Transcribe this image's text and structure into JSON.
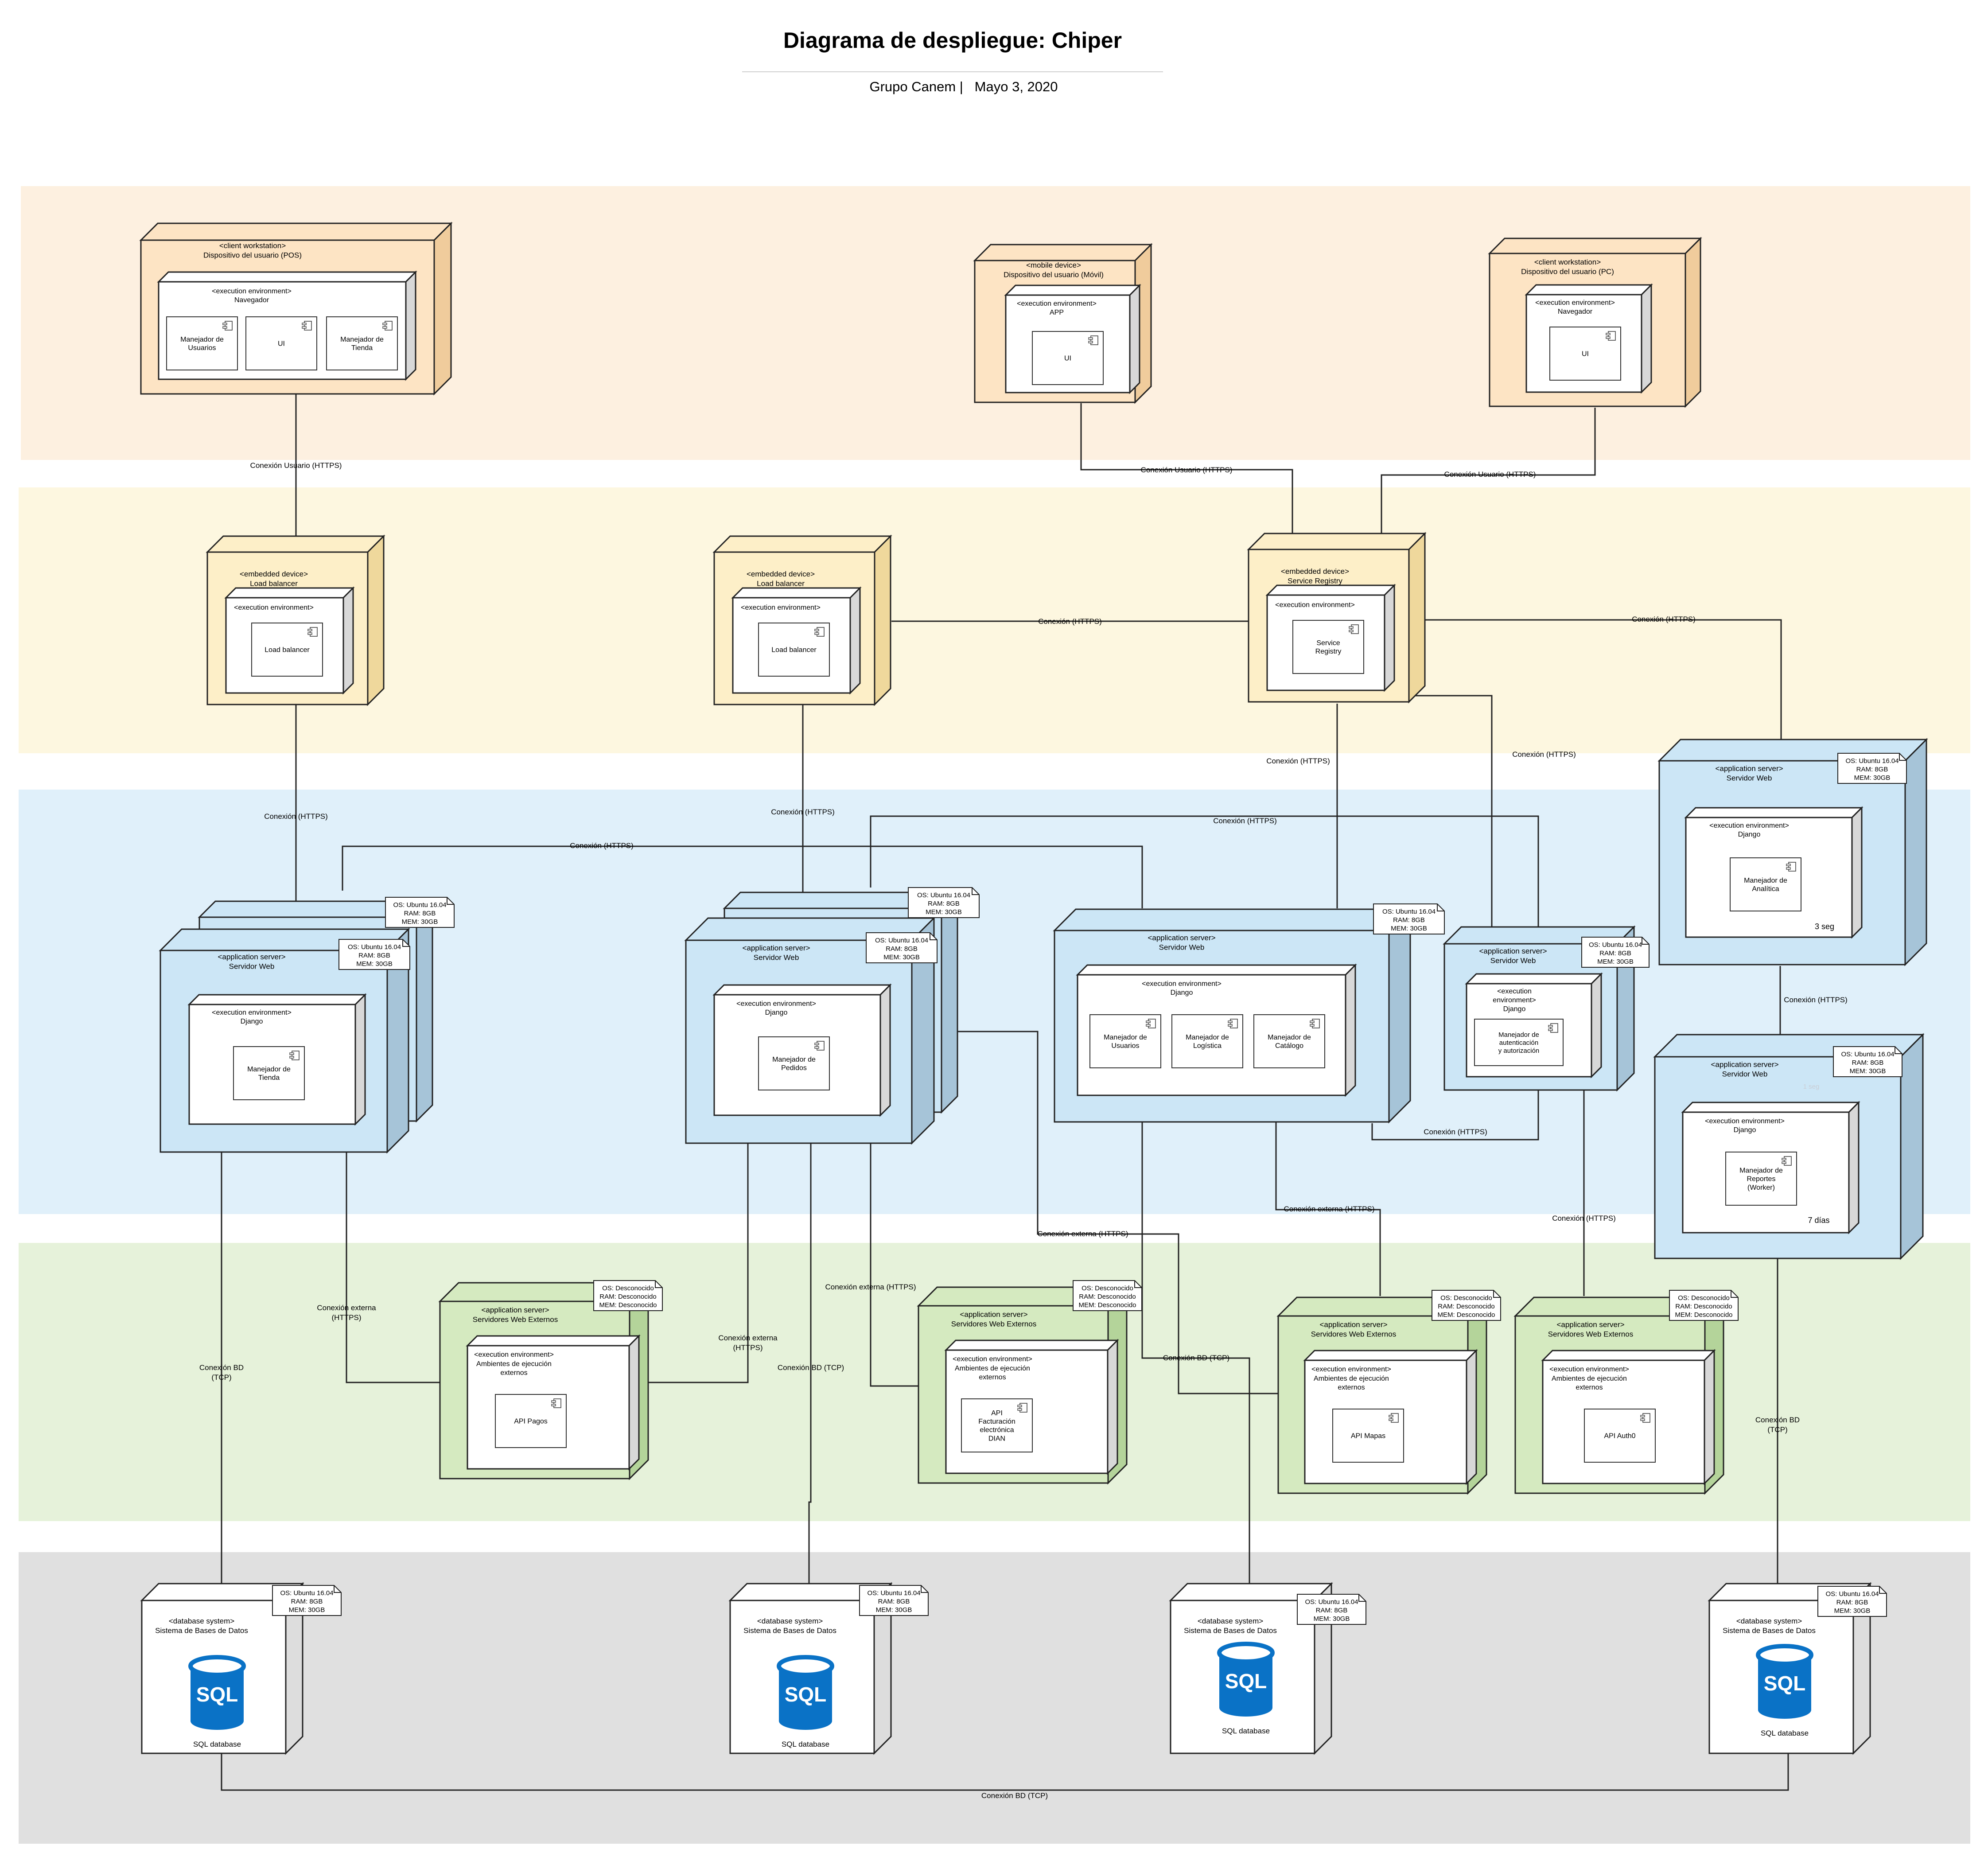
{
  "header": {
    "title": "Diagrama de despliegue: Chiper",
    "subtitle_group": "Grupo Canem |",
    "subtitle_date": "Mayo 3, 2020"
  },
  "colors": {
    "band_clients": "#fdf0e0",
    "band_balancers": "#fdf7e0",
    "band_servers": "#e0f0fa",
    "band_external": "#e6f2da",
    "band_databases": "#e0e0e0",
    "node_client": "#fde4c4",
    "node_client_side": "#f0cc9c",
    "node_embedded": "#fdefc8",
    "node_embedded_side": "#efd89c",
    "node_server": "#cce6f6",
    "node_server_side": "#a6c4d8",
    "node_external": "#d5eac0",
    "node_external_side": "#b4d49a",
    "node_db": "#ffffff",
    "node_db_side": "#dddddd",
    "sql_blue": "#0a72c6"
  },
  "specs": {
    "ubuntu": [
      "OS: Ubuntu 16.04",
      "RAM: 8GB",
      "MEM: 30GB"
    ],
    "unknown": [
      "OS: Desconocido",
      "RAM: Desconocido",
      "MEM: Desconocido"
    ]
  },
  "nodes": {
    "pos": {
      "stereo": "<client workstation>",
      "name": "Dispositivo del usuario (POS)",
      "env_stereo": "<execution environment>",
      "env_name": "Navegador",
      "components": [
        "Manejador de Usuarios",
        "UI",
        "Manejador de Tienda"
      ]
    },
    "movil": {
      "stereo": "<mobile device>",
      "name": "Dispositivo del usuario (Móvil)",
      "env_stereo": "<execution environment>",
      "env_name": "APP",
      "components": [
        "UI"
      ]
    },
    "pc": {
      "stereo": "<client workstation>",
      "name": "Dispositivo del usuario (PC)",
      "env_stereo": "<execution environment>",
      "env_name": "Navegador",
      "components": [
        "UI"
      ]
    },
    "lb1": {
      "stereo": "<embedded device>",
      "name": "Load balancer",
      "env_stereo": "<execution environment>",
      "components": [
        "Load balancer"
      ]
    },
    "lb2": {
      "stereo": "<embedded device>",
      "name": "Load balancer",
      "env_stereo": "<execution environment>",
      "components": [
        "Load balancer"
      ]
    },
    "registry": {
      "stereo": "<embedded device>",
      "name": "Service Registry",
      "env_stereo": "<execution environment>",
      "components": [
        "Service Registry"
      ]
    },
    "srv_tienda": {
      "stereo": "<application server>",
      "name": "Servidor Web",
      "env_stereo": "<execution environment>",
      "env_name": "Django",
      "components": [
        "Manejador de Tienda"
      ]
    },
    "srv_pedidos": {
      "stereo": "<application server>",
      "name": "Servidor Web",
      "env_stereo": "<execution environment>",
      "env_name": "Django",
      "components": [
        "Manejador de Pedidos"
      ]
    },
    "srv_central": {
      "stereo": "<application server>",
      "name": "Servidor Web",
      "env_stereo": "<execution environment>",
      "env_name": "Django",
      "components": [
        "Manejador de Usuarios",
        "Manejador de Logística",
        "Manejador de Catálogo"
      ]
    },
    "srv_auth": {
      "stereo": "<application server>",
      "name": "Servidor Web",
      "env_stereo": "<execution environment>",
      "env_name": "Django",
      "components": [
        "Manejador de autenticación y autorización"
      ]
    },
    "srv_analitica": {
      "stereo": "<application server>",
      "name": "Servidor Web",
      "env_stereo": "<execution environment>",
      "env_name": "Django",
      "components": [
        "Manejador de Analítica"
      ],
      "note": "3 seg"
    },
    "srv_reportes": {
      "stereo": "<application server>",
      "name": "Servidor Web",
      "env_stereo": "<execution environment>",
      "env_name": "Django",
      "components": [
        "Manejador de Reportes (Worker)"
      ],
      "note": "7 días",
      "faint": "1 seg"
    },
    "ext_pagos": {
      "stereo": "<application server>",
      "name": "Servidores Web Externos",
      "env_stereo": "<execution environment>",
      "env_name": "Ambientes de ejecución externos",
      "components": [
        "API Pagos"
      ]
    },
    "ext_dian": {
      "stereo": "<application server>",
      "name": "Servidores Web Externos",
      "env_stereo": "<execution environment>",
      "env_name": "Ambientes de ejecución externos",
      "components": [
        "API Facturación electrónica DIAN"
      ]
    },
    "ext_mapas": {
      "stereo": "<application server>",
      "name": "Servidores Web Externos",
      "env_stereo": "<execution environment>",
      "env_name": "Ambientes de ejecución externos",
      "components": [
        "API Mapas"
      ]
    },
    "ext_auth0": {
      "stereo": "<application server>",
      "name": "Servidores Web Externos",
      "env_stereo": "<execution environment>",
      "env_name": "Ambientes de ejecución externos",
      "components": [
        "API Auth0"
      ]
    },
    "db": {
      "stereo": "<database system>",
      "name": "Sistema de Bases de Datos",
      "sql": "SQL",
      "label": "SQL database"
    }
  },
  "connections": {
    "usuario_https": "Conexión Usuario (HTTPS)",
    "https_double": "Conexión  (HTTPS)",
    "https": "Conexión (HTTPS)",
    "externa_https": "Conexión externa (HTTPS)",
    "externa_https_split": [
      "Conexión externa",
      "(HTTPS)"
    ],
    "bd_tcp": "Conexión BD (TCP)",
    "bd_tcp_split": [
      "Conexión BD",
      "(TCP)"
    ]
  }
}
